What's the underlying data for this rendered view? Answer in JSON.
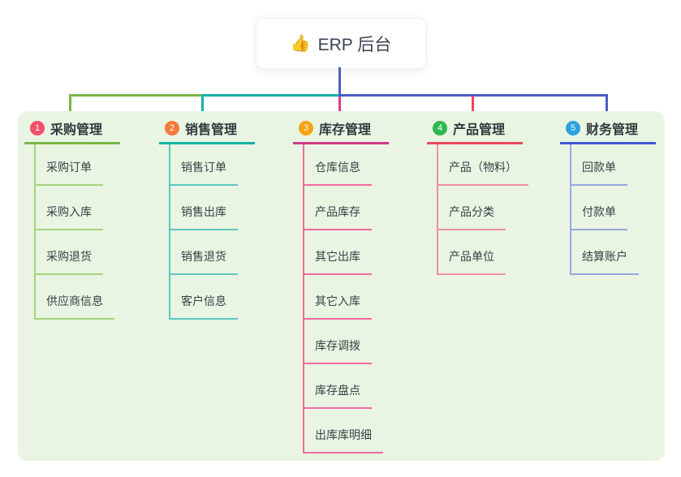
{
  "root": {
    "icon": "👍",
    "icon_name": "thumbs-up-icon",
    "title": "ERP 后台"
  },
  "colors": {
    "canvas_bg": "#e9f5e2",
    "page_bg": "#ffffff"
  },
  "connector": {
    "root_color": "#4a5fc4",
    "segment_colors": [
      "#7ab648",
      "#14b3a6",
      "#4a5fc4"
    ],
    "drop_colors": [
      "#7ab648",
      "#14b3a6",
      "#dd3a8c",
      "#e8465c",
      "#4a5fc4"
    ]
  },
  "branches": [
    {
      "number": "1",
      "title": "采购管理",
      "badge_color": "#f0506a",
      "main_color": "#7ab648",
      "sub_color": "#a6d37c",
      "items": [
        "采购订单",
        "采购入库",
        "采购退货",
        "供应商信息"
      ]
    },
    {
      "number": "2",
      "title": "销售管理",
      "badge_color": "#f5793b",
      "main_color": "#14b3a6",
      "sub_color": "#5fc8bf",
      "items": [
        "销售订单",
        "销售出库",
        "销售退货",
        "客户信息"
      ]
    },
    {
      "number": "3",
      "title": "库存管理",
      "badge_color": "#f7a416",
      "main_color": "#cf3a86",
      "sub_color": "#ef6ba1",
      "items": [
        "仓库信息",
        "产品库存",
        "其它出库",
        "其它入库",
        "库存调拨",
        "库存盘点",
        "出库库明细"
      ]
    },
    {
      "number": "4",
      "title": "产品管理",
      "badge_color": "#2eb84f",
      "main_color": "#e8465c",
      "sub_color": "#f1909a",
      "items": [
        "产品（物料）",
        "产品分类",
        "产品单位"
      ]
    },
    {
      "number": "5",
      "title": "财务管理",
      "badge_color": "#2aa2db",
      "main_color": "#3f5ad6",
      "sub_color": "#96a9e2",
      "items": [
        "回款单",
        "付款单",
        "结算账户"
      ]
    }
  ]
}
